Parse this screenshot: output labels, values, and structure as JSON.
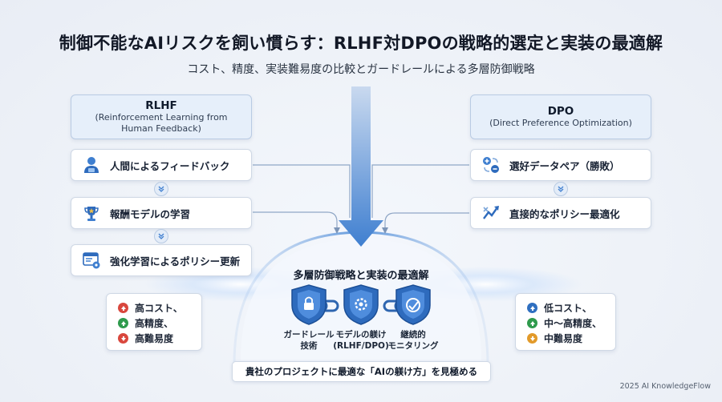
{
  "title": "制御不能なAIリスクを飼い慣らす：RLHF対DPOの戦略的選定と実装の最適解",
  "subtitle": "コスト、精度、実装難易度の比較とガードレールによる多層防御戦略",
  "rlhf": {
    "title": "RLHF",
    "subtitle_line1": "(Reinforcement Learning from",
    "subtitle_line2": "Human Feedback)",
    "steps": [
      "人間によるフィードバック",
      "報酬モデルの学習",
      "強化学習によるポリシー更新"
    ],
    "costs": [
      {
        "text": "高コスト、",
        "direction": "up",
        "color": "#d9473d"
      },
      {
        "text": "高精度、",
        "direction": "up",
        "color": "#2e9a4c"
      },
      {
        "text": "高難易度",
        "direction": "down",
        "color": "#d9473d"
      }
    ]
  },
  "dpo": {
    "title": "DPO",
    "subtitle": "(Direct Preference Optimization)",
    "steps": [
      "選好データペア（勝敗）",
      "直接的なポリシー最適化"
    ],
    "costs": [
      {
        "text": "低コスト、",
        "direction": "up",
        "color": "#2f6fc0"
      },
      {
        "text": "中〜高精度、",
        "direction": "up",
        "color": "#2e9a4c"
      },
      {
        "text": "中難易度",
        "direction": "down",
        "color": "#e29a2a"
      }
    ]
  },
  "center": {
    "title": "多層防御戦略と実装の最適解",
    "shields": [
      {
        "line1": "ガードレール",
        "line2": "技術"
      },
      {
        "line1": "モデルの躾け",
        "line2": "(RLHF/DPO)"
      },
      {
        "line1": "継続的",
        "line2": "モニタリング"
      }
    ]
  },
  "banner": "貴社のプロジェクトに最適な「AIの躾け方」を見極める",
  "footer": "2025 AI KnowledgeFlow",
  "colors": {
    "accent": "#2f6fc0",
    "card_head": "#e6effa"
  }
}
